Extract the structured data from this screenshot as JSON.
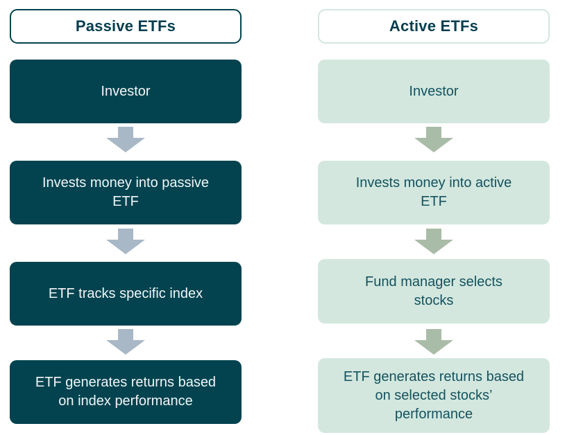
{
  "colors": {
    "background": "#FFFFFF",
    "passive_box": "#02434F",
    "passive_text": "#F2F6F7",
    "passive_arrow": "#A9B8C7",
    "passive_header_border": "#02434F",
    "active_box": "#D3E7DE",
    "active_text": "#14525E",
    "active_arrow": "#A9BCA7",
    "active_header_border": "#D3E7DE",
    "header_text": "#063E4F"
  },
  "columns": [
    {
      "id": "passive",
      "header": "Passive ETFs",
      "steps": [
        "Investor",
        "Invests money into passive ETF",
        "ETF tracks specific index",
        "ETF generates returns based on index performance"
      ]
    },
    {
      "id": "active",
      "header": "Active ETFs",
      "steps": [
        "Investor",
        "Invests money into active ETF",
        "Fund manager selects stocks",
        "ETF generates returns based on selected stocks’ performance"
      ]
    }
  ]
}
